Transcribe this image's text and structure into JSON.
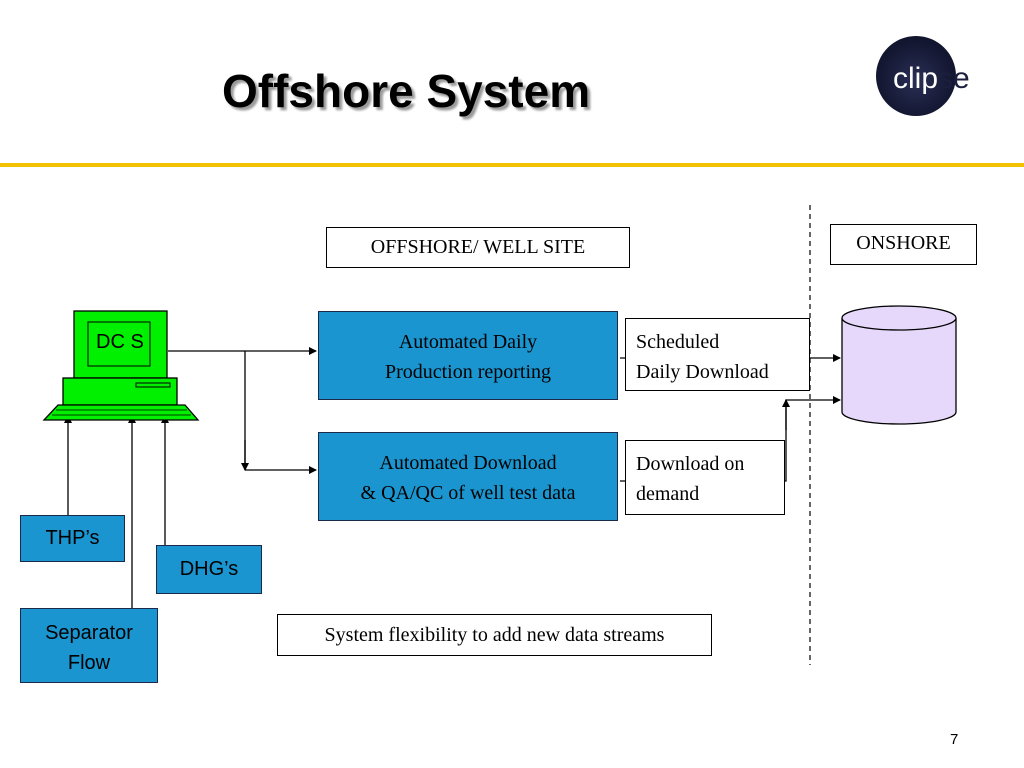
{
  "slide": {
    "title": "Offshore System",
    "page_number": "7",
    "accent_color": "#f2c200"
  },
  "logo": {
    "text_main": "clip",
    "text_tail": "se"
  },
  "labels": {
    "offshore": "OFFSHORE/ WELL SITE",
    "onshore": "ONSHORE",
    "flexibility": "System flexibility to add new data streams"
  },
  "computer": {
    "screen_label": "DC S"
  },
  "processes": {
    "daily_reporting": [
      "Automated Daily",
      "Production reporting"
    ],
    "well_test": [
      "Automated Download",
      "& QA/QC of well test data"
    ]
  },
  "transfers": {
    "scheduled": [
      "Scheduled",
      "Daily Download"
    ],
    "on_demand": [
      "Download on",
      "demand"
    ]
  },
  "inputs": {
    "thp": "THP’s",
    "dhg": "DHG’s",
    "separator": [
      "Separator",
      "Flow"
    ]
  },
  "colors": {
    "process_fill": "#1b95cf",
    "computer_fill": "#00f000",
    "database_fill": "#e6d8fa"
  }
}
